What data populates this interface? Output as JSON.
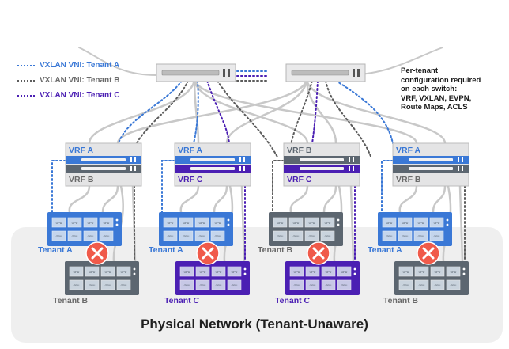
{
  "legend": [
    {
      "label": "VXLAN VNI: Tenant A",
      "color": "#3a78d6",
      "text_color": "#3a78d6"
    },
    {
      "label": "VXLAN VNI: Tenant B",
      "color": "#5c5c5c",
      "text_color": "#6a6a6a"
    },
    {
      "label": "VXLAN VNI: Tenant C",
      "color": "#4b1fb3",
      "text_color": "#4b1fb3"
    }
  ],
  "note": [
    "Per-tenant",
    "configuration required",
    "on each switch:",
    "VRF, VXLAN, EVPN,",
    "Route Maps, ACLS"
  ],
  "leaves": [
    {
      "top_label": "VRF A",
      "top_label_color": "#3a78d6",
      "bottom_label": "VRF B",
      "bottom_label_color": "#6a6a6a",
      "bar1": "#3a78d6",
      "bar2": "#5c6670"
    },
    {
      "top_label": "VRF A",
      "top_label_color": "#3a78d6",
      "bottom_label": "VRF C",
      "bottom_label_color": "#4b1fb3",
      "bar1": "#3a78d6",
      "bar2": "#4b1fb3"
    },
    {
      "top_label": "VRF B",
      "top_label_color": "#5c6670",
      "bottom_label": "VRF C",
      "bottom_label_color": "#4b1fb3",
      "bar1": "#5c6670",
      "bar2": "#4b1fb3"
    },
    {
      "top_label": "VRF A",
      "top_label_color": "#3a78d6",
      "bottom_label": "VRF B",
      "bottom_label_color": "#6a6a6a",
      "bar1": "#3a78d6",
      "bar2": "#5c6670"
    }
  ],
  "servers_upper": [
    {
      "tenant": "Tenant A",
      "color": "#3a78d6",
      "label_color": "#3a78d6"
    },
    {
      "tenant": "Tenant A",
      "color": "#3a78d6",
      "label_color": "#3a78d6"
    },
    {
      "tenant": "Tenant B",
      "color": "#5c6670",
      "label_color": "#6a6a6a"
    },
    {
      "tenant": "Tenant A",
      "color": "#3a78d6",
      "label_color": "#3a78d6"
    }
  ],
  "servers_lower": [
    {
      "tenant": "Tenant B",
      "color": "#5c6670",
      "label_color": "#6a6a6a"
    },
    {
      "tenant": "Tenant C",
      "color": "#4b1fb3",
      "label_color": "#4b1fb3"
    },
    {
      "tenant": "Tenant C",
      "color": "#4b1fb3",
      "label_color": "#4b1fb3"
    },
    {
      "tenant": "Tenant B",
      "color": "#5c6670",
      "label_color": "#6a6a6a"
    }
  ],
  "gpu_label": "GPU",
  "block_icon": "x-circle-icon",
  "block_color": "#f05a4a",
  "footer_title": "Physical Network (Tenant-Unaware)"
}
